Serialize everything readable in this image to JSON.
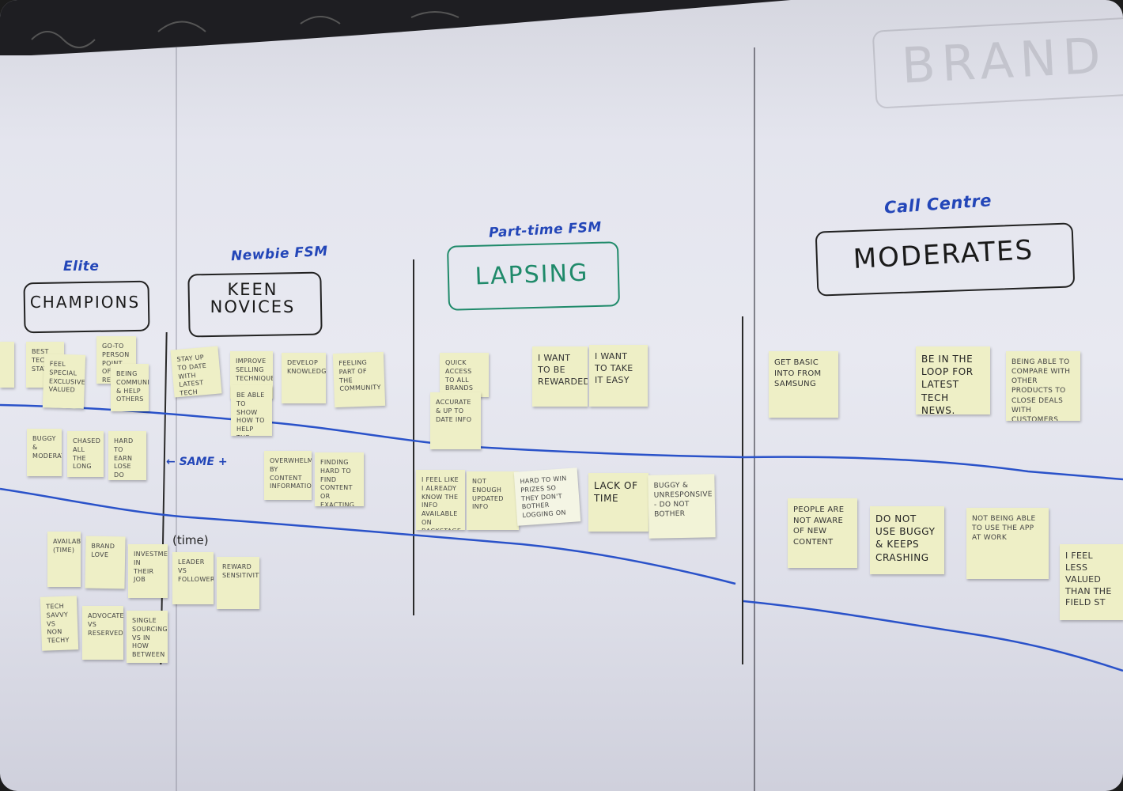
{
  "personas": {
    "elite": "Elite",
    "newbie": "Newbie FSM",
    "part_time": "Part-time FSM",
    "call_centre": "Call Centre"
  },
  "segments": {
    "champions": "CHAMPIONS",
    "keen_novices": "KEEN NOVICES",
    "lapsing": "LAPSING",
    "moderates": "MODERATES"
  },
  "background_text": "BRAND",
  "annotations": {
    "same_arrow": "← SAME +",
    "time_paren": "(time)"
  },
  "notes": {
    "c1": "BEST TECH STATUS",
    "c2": "FEEL SPECIAL EXCLUSIVE VALUED",
    "c3": "GO-TO PERSON POINT OF REFERENCE",
    "c4": "BEING COMMUNITY & HELP OTHERS",
    "c5": "BUGGY & MODERATES",
    "c6": "CHASED ALL THE LONG",
    "c7": "HARD TO EARN LOSE DO MORE TRAINING",
    "c8": "AVAILABILITY (TIME)",
    "c9": "BRAND LOVE",
    "c10": "INVESTMENT IN THEIR JOB",
    "c11": "LEADER VS FOLLOWER",
    "c12": "REWARD SENSITIVITY",
    "c13": "TECH SAVVY VS NON TECHY",
    "c14": "ADVOCATE VS RESERVED",
    "c15": "SINGLE SOURCING VS IN HOW BETWEEN",
    "n1": "STAY UP TO DATE WITH LATEST TECH",
    "n2": "IMPROVE SELLING TECHNIQUES",
    "n3": "BE ABLE TO SHOW HOW TO HELP THE CUSTOMER",
    "n4": "DEVELOP KNOWLEDGE",
    "n5": "FEELING PART OF THE COMMUNITY",
    "n6": "OVERWHELMED BY CONTENT INFORMATION",
    "n7": "FINDING HARD TO FIND CONTENT OR EXACTING",
    "l1": "QUICK ACCESS TO ALL BRANDS INFO",
    "l2": "ACCURATE & UP TO DATE INFO",
    "l3": "I WANT TO BE REWARDED",
    "l4": "I WANT TO TAKE IT EASY",
    "l5": "I FEEL LIKE I ALREADY KNOW THE INFO AVAILABLE ON BACKSTAGE",
    "l6": "NOT ENOUGH UPDATED INFO",
    "l7": "HARD TO WIN PRIZES SO THEY DON'T BOTHER LOGGING ON",
    "l8": "LACK OF TIME",
    "l9": "BUGGY & UNRESPONSIVE - DO NOT BOTHER",
    "m1": "GET BASIC INTO FROM SAMSUNG",
    "m2": "BE IN THE LOOP FOR LATEST TECH NEWS.",
    "m3": "BEING ABLE TO COMPARE WITH OTHER PRODUCTS TO CLOSE DEALS WITH CUSTOMERS",
    "m4": "PEOPLE ARE NOT AWARE OF NEW CONTENT",
    "m5": "DO NOT USE BUGGY & KEEPS CRASHING",
    "m6": "NOT BEING ABLE TO USE THE APP AT WORK",
    "m7": "I FEEL LESS VALUED THAN THE FIELD ST"
  },
  "colors": {
    "marker_blue": "#2346b8",
    "marker_green": "#1f8a6a",
    "marker_black": "#222222",
    "sticky": "#eeefc6"
  }
}
